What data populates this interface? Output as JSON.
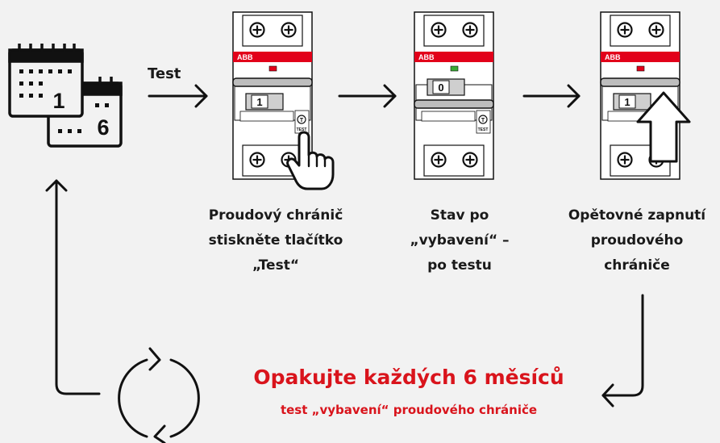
{
  "test_label": "Test",
  "calendar": {
    "day_big": "1",
    "day_small": "6"
  },
  "breakers": [
    {
      "brand": "ABB",
      "switch_value": "1",
      "led_color": "#e2001a",
      "test_text": "TEST",
      "test_symbol": "T"
    },
    {
      "brand": "ABB",
      "switch_value": "0",
      "led_color": "#3aaa35",
      "test_text": "TEST",
      "test_symbol": "T"
    },
    {
      "brand": "ABB",
      "switch_value": "1",
      "led_color": "#e2001a"
    }
  ],
  "steps": [
    {
      "lines": [
        "Proudový chránič",
        "stiskněte tlačítko",
        "„Test“"
      ]
    },
    {
      "lines": [
        "Stav po",
        "„vybavení“ –",
        "po testu"
      ]
    },
    {
      "lines": [
        "Opětovné zapnutí",
        "proudového",
        "chrániče"
      ]
    }
  ],
  "repeat": {
    "title": "Opakujte každých 6 měsíců",
    "subtitle": "test „vybavení“ proudového chrániče"
  },
  "icons": [
    "calendar-icon",
    "hand-pointer-icon",
    "up-arrow-icon",
    "cycle-icon"
  ],
  "colors": {
    "accent": "#d9141c",
    "abb_red": "#e2001a",
    "text": "#1a1a1a",
    "background": "#f2f2f2"
  }
}
